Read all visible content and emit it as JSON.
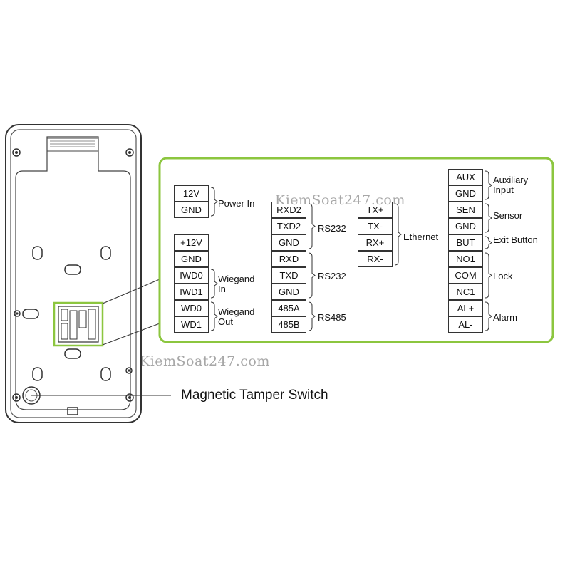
{
  "watermark": "KiemSoat247.com",
  "caption": "Magnetic Tamper Switch",
  "colors": {
    "panel_border": "#8cc63f",
    "line": "#333333"
  },
  "terminal_groups": [
    {
      "pins": [
        "12V",
        "GND"
      ],
      "label": "Power In"
    },
    {
      "pins": [
        "+12V",
        "GND"
      ],
      "label": ""
    },
    {
      "pins": [
        "IWD0",
        "IWD1"
      ],
      "label": "Wiegand In"
    },
    {
      "pins": [
        "WD0",
        "WD1"
      ],
      "label": "Wiegand Out"
    },
    {
      "pins": [
        "RXD2",
        "TXD2",
        "GND"
      ],
      "label": "RS232"
    },
    {
      "pins": [
        "RXD",
        "TXD",
        "GND"
      ],
      "label": "RS232"
    },
    {
      "pins": [
        "485A",
        "485B"
      ],
      "label": "RS485"
    },
    {
      "pins": [
        "TX+",
        "TX-",
        "RX+",
        "RX-"
      ],
      "label": "Ethernet"
    },
    {
      "pins": [
        "AUX",
        "GND"
      ],
      "label": "Auxiliary Input"
    },
    {
      "pins": [
        "SEN",
        "GND"
      ],
      "label": "Sensor"
    },
    {
      "pins": [
        "BUT"
      ],
      "label": "Exit Button"
    },
    {
      "pins": [
        "NO1",
        "COM",
        "NC1"
      ],
      "label": "Lock"
    },
    {
      "pins": [
        "AL+",
        "AL-"
      ],
      "label": "Alarm"
    }
  ]
}
